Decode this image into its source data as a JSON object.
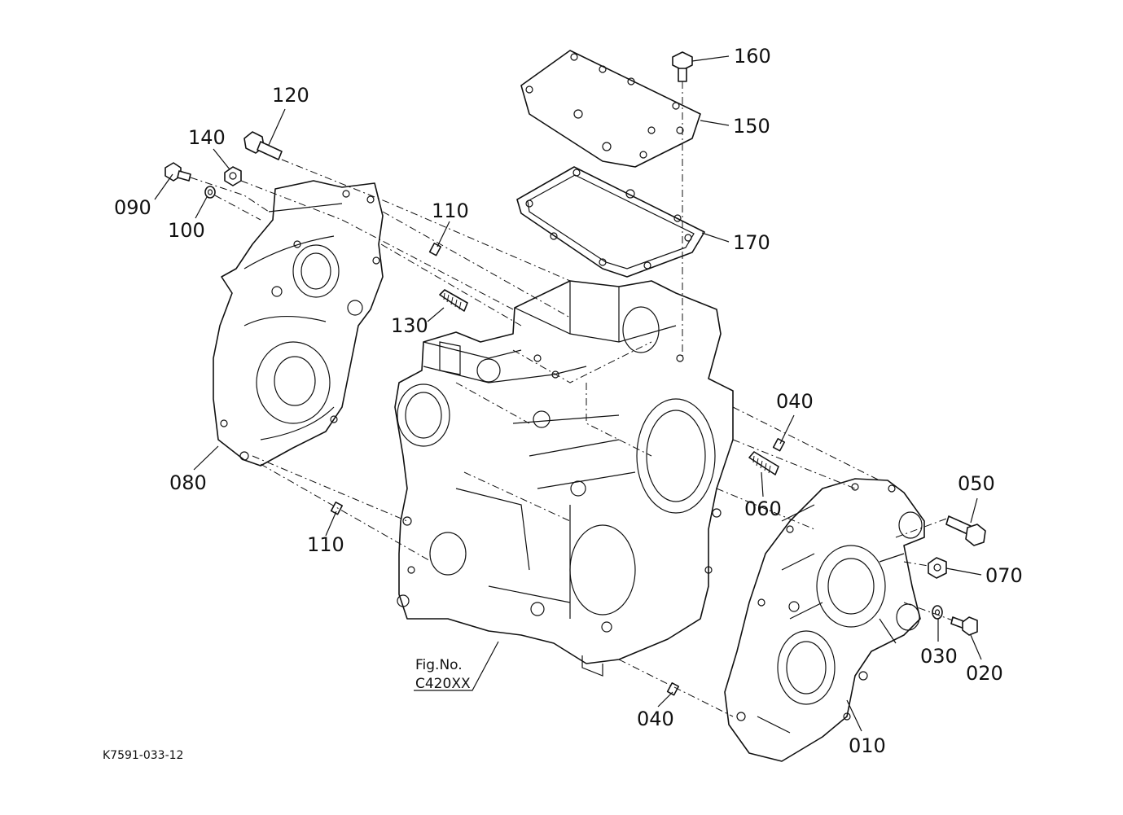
{
  "callouts": {
    "c010": "010",
    "c020": "020",
    "c030": "030",
    "c040a": "040",
    "c040b": "040",
    "c050": "050",
    "c060": "060",
    "c070": "070",
    "c080": "080",
    "c090": "090",
    "c100": "100",
    "c110a": "110",
    "c110b": "110",
    "c120": "120",
    "c130": "130",
    "c140": "140",
    "c150": "150",
    "c160": "160",
    "c170": "170"
  },
  "figure_ref": {
    "line1": "Fig.No.",
    "line2": "C420XX"
  },
  "drawing_number": "K7591-033-12"
}
